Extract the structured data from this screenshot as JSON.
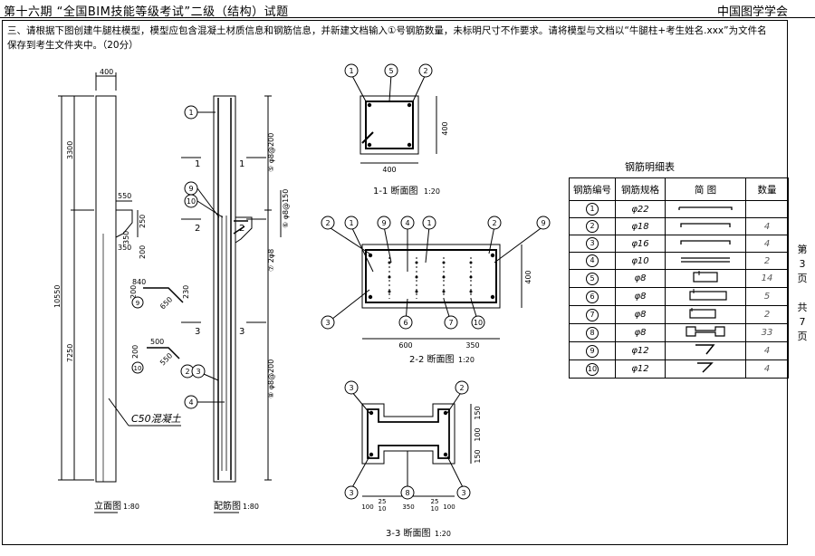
{
  "header": {
    "left": "第十六期 “全国BIM技能等级考试”二级（结构）试题",
    "right": "中国图学学会"
  },
  "task": {
    "text": "三、请根据下图创建牛腿柱模型，模型应包含混凝土材质信息和钢筋信息，并新建文档输入①号钢筋数量，未标明尺寸不作要求。请将模型与文档以“牛腿柱+考生姓名.xxx”为文件名保存到考生文件夹中。（20分）"
  },
  "page_number": {
    "lines": [
      "第",
      "3",
      "页",
      "",
      "共",
      "7",
      "页"
    ]
  },
  "elevation": {
    "dims": {
      "top_width": "400",
      "d3300": "3300",
      "d550": "550",
      "d250": "250",
      "d350a": "350",
      "d200": "200",
      "d350b": "350",
      "d10550": "10550",
      "d7250": "7250"
    },
    "concrete_label": "C50混凝土",
    "caption": "立面图",
    "scale": "1:80"
  },
  "rebar_detail_9": {
    "num": "9",
    "d840": "840",
    "d200": "200",
    "d650": "650",
    "d230": "230"
  },
  "rebar_detail_10": {
    "num": "10",
    "d500": "500",
    "d200": "200",
    "d550": "550"
  },
  "reinforcement": {
    "callouts": [
      "1",
      "9",
      "10",
      "2",
      "3",
      "4"
    ],
    "section_marks": [
      "1",
      "1",
      "2",
      "2",
      "3",
      "3"
    ],
    "spec_5": "⑤ φ8@200",
    "spec_6": "⑥ φ8@150",
    "spec_7": "⑦ 2φ8",
    "spec_8": "⑧ φ8@200",
    "caption": "配筋图",
    "scale": "1:80"
  },
  "section_1": {
    "callouts": [
      "1",
      "5",
      "2"
    ],
    "dim_width": "400",
    "dim_height": "400",
    "caption": "1-1 断面图",
    "scale": "1:20"
  },
  "section_2": {
    "callouts_top": [
      "2",
      "1",
      "9",
      "4",
      "1",
      "2",
      "9"
    ],
    "callouts_bottom": [
      "3",
      "6",
      "7",
      "10"
    ],
    "dim_600": "600",
    "dim_350": "350",
    "dim_400": "400",
    "caption": "2-2 断面图",
    "scale": "1:20"
  },
  "section_3": {
    "callouts_top": [
      "3",
      "2"
    ],
    "callouts_bottom": [
      "3",
      "8",
      "3"
    ],
    "dims_right": [
      "150",
      "100",
      "150"
    ],
    "dims_bottom": [
      "100",
      "25",
      "10",
      "350",
      "25",
      "10",
      "100"
    ],
    "caption": "3-3 断面图",
    "scale": "1:20"
  },
  "table": {
    "title": "钢筋明细表",
    "headers": [
      "钢筋编号",
      "钢筋规格",
      "简 图",
      "数量"
    ],
    "rows": [
      {
        "no": "1",
        "spec": "φ22",
        "qty": ""
      },
      {
        "no": "2",
        "spec": "φ18",
        "qty": "4"
      },
      {
        "no": "3",
        "spec": "φ16",
        "qty": "4"
      },
      {
        "no": "4",
        "spec": "φ10",
        "qty": "2"
      },
      {
        "no": "5",
        "spec": "φ8",
        "qty": "14"
      },
      {
        "no": "6",
        "spec": "φ8",
        "qty": "5"
      },
      {
        "no": "7",
        "spec": "φ8",
        "qty": "2"
      },
      {
        "no": "8",
        "spec": "φ8",
        "qty": "33"
      },
      {
        "no": "9",
        "spec": "φ12",
        "qty": "4"
      },
      {
        "no": "10",
        "spec": "φ12",
        "qty": "4"
      }
    ]
  }
}
